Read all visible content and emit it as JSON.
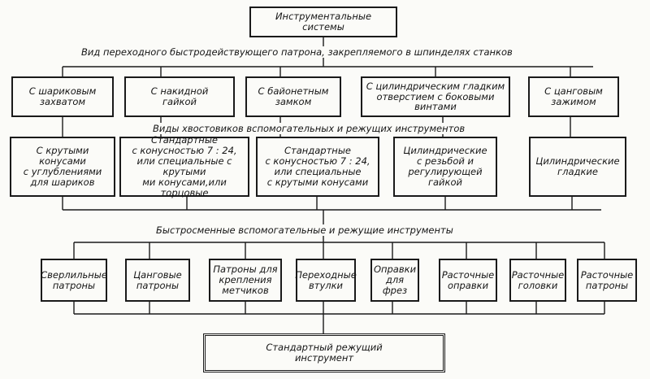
{
  "root": {
    "label": "Инструментальные\nсистемы"
  },
  "captions": {
    "chuck_types": "Вид переходного быстродействующего патрона, закрепляемого в шпинделях станков",
    "shank_types": "Виды хвостовиков вспомогательных и режущих инструментов",
    "quick_change": "Быстросменные вспомогательные и режущие инструменты"
  },
  "chucks": [
    {
      "label": "С шариковым\nзахватом"
    },
    {
      "label": "С накидной\nгайкой"
    },
    {
      "label": "С байонетным\nзамком"
    },
    {
      "label": "С цилиндрическим гладким\nотверстием с боковыми\nвинтами"
    },
    {
      "label": "С цанговым\nзажимом"
    }
  ],
  "shanks": [
    {
      "label": "С крутыми\nконусами\nс углублениями\nдля шариков"
    },
    {
      "label": "Стандартные\nс конусностью 7 : 24,\nили специальные с крутыми\nми конусами,или торцовые"
    },
    {
      "label": "Стандартные\nс конусностью 7 : 24,\nили специальные\nс крутыми конусами"
    },
    {
      "label": "Цилиндрические\nс резьбой и\nрегулирующей\nгайкой"
    },
    {
      "label": "Цилиндрические\nгладкие"
    }
  ],
  "tools": [
    {
      "label": "Сверлильные\nпатроны"
    },
    {
      "label": "Цанговые\nпатроны"
    },
    {
      "label": "Патроны для\nкрепления\nметчиков"
    },
    {
      "label": "Переходные\nвтулки"
    },
    {
      "label": "Оправки\nдля\nфрез"
    },
    {
      "label": "Расточные\nоправки"
    },
    {
      "label": "Расточные\nголовки"
    },
    {
      "label": "Расточные\nпатроны"
    }
  ],
  "result": {
    "label": "Стандартный режущий\nинструмент"
  }
}
